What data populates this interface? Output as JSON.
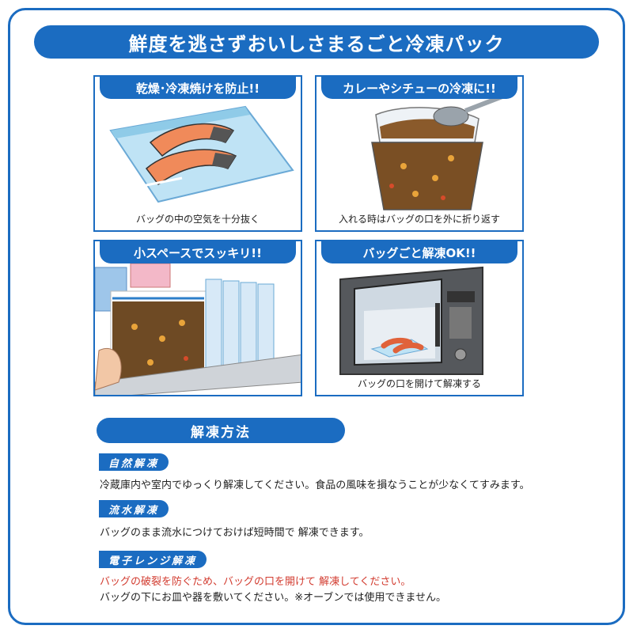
{
  "banner": "鮮度を逃さずおいしさまるごと冷凍パック",
  "panels": [
    {
      "title": "乾燥･冷凍焼けを防止!!",
      "caption": "バッグの中の空気を十分抜く"
    },
    {
      "title": "カレーやシチューの冷凍に!!",
      "caption": "入れる時はバッグの口を外に折り返す"
    },
    {
      "title": "小スペースでスッキリ!!",
      "caption": ""
    },
    {
      "title": "バッグごと解凍OK!!",
      "caption": "バッグの口を開けて解凍する"
    }
  ],
  "section": {
    "title": "解凍方法"
  },
  "methods": [
    {
      "tag": "自然解凍",
      "lines": [
        "冷蔵庫内や室内でゆっくり解凍してください。食品の風味を損なうことが少なくてすみます。"
      ]
    },
    {
      "tag": "流水解凍",
      "lines": [
        "バッグのまま流水につけておけば短時間で 解凍できます。"
      ]
    },
    {
      "tag": "電子レンジ解凍",
      "warning": "バッグの破裂を防ぐため、バッグの口を開けて 解凍してください。",
      "lines": [
        "バッグの下にお皿や器を敷いてください。※オーブンでは使用できません。"
      ]
    }
  ],
  "colors": {
    "brand_blue": "#1b6cc1",
    "warning_red": "#d23b2f"
  }
}
